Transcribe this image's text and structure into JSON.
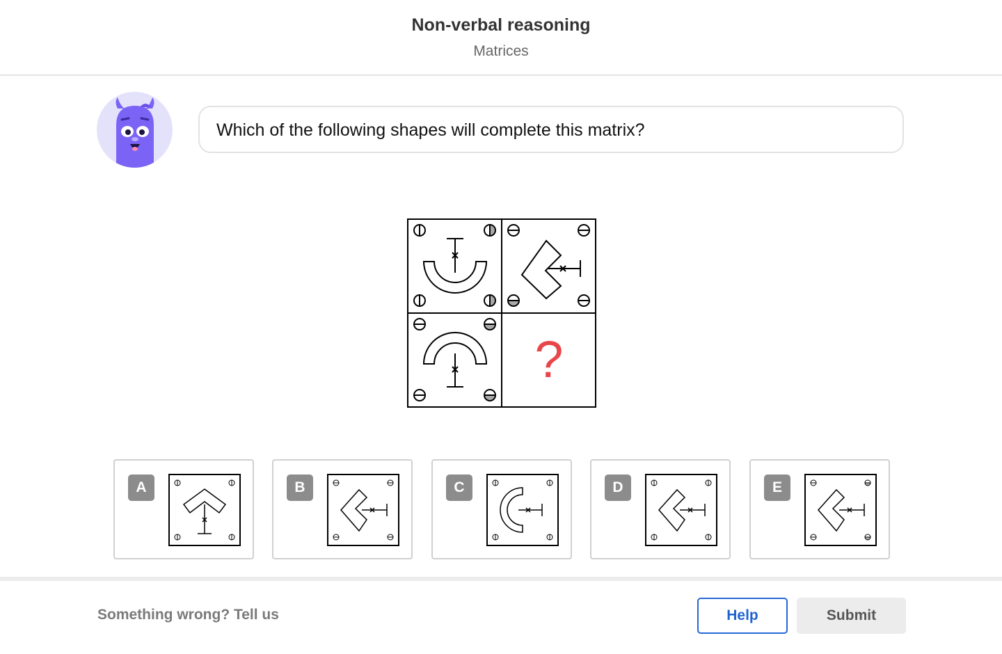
{
  "header": {
    "title": "Non-verbal reasoning",
    "subtitle": "Matrices"
  },
  "avatar": {
    "icon": "purple-monster-icon",
    "color": "#7b63f5"
  },
  "question": {
    "text": "Which of the following shapes will complete this matrix?"
  },
  "matrix": {
    "missing_symbol": "?",
    "missing_color": "#e8474a"
  },
  "options": [
    {
      "letter": "A"
    },
    {
      "letter": "B"
    },
    {
      "letter": "C"
    },
    {
      "letter": "D"
    },
    {
      "letter": "E"
    }
  ],
  "footer": {
    "feedback_link": "Something wrong? Tell us",
    "help_label": "Help",
    "submit_label": "Submit",
    "accent_color": "#2468d6"
  }
}
